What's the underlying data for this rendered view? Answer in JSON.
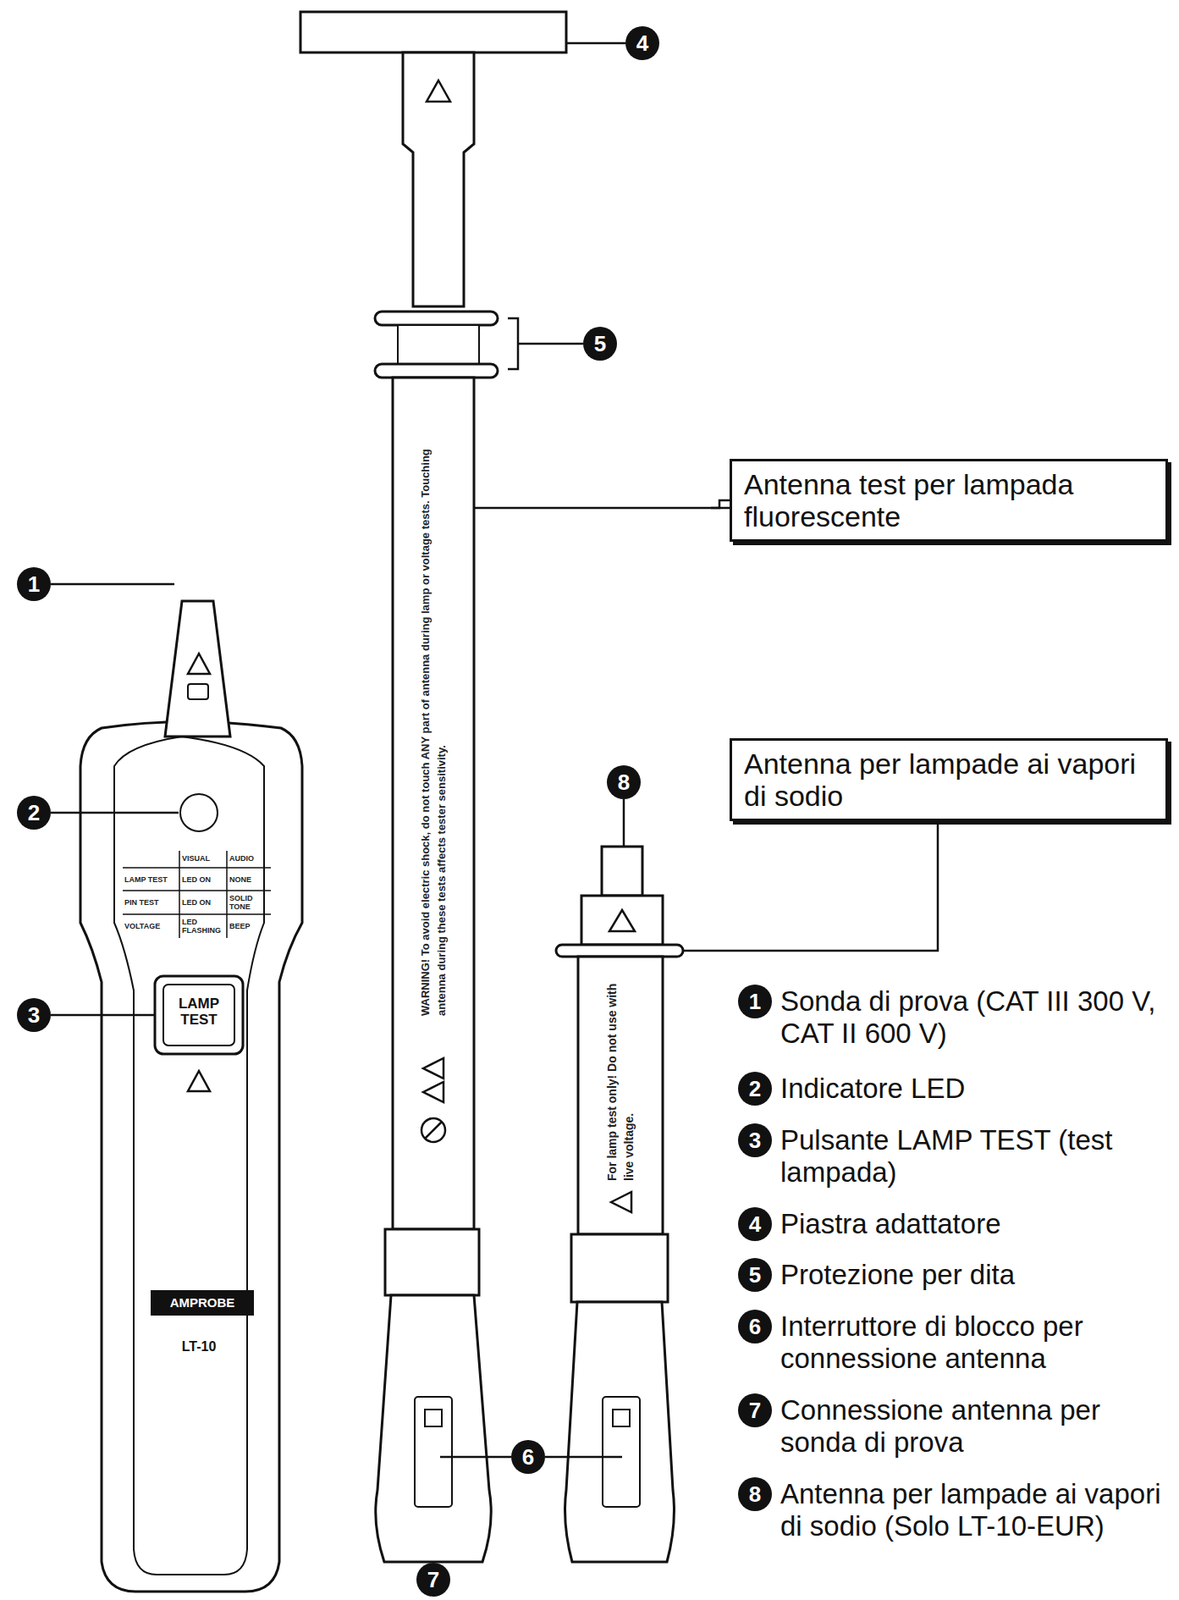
{
  "diagram": {
    "nodes": [
      {
        "text": [
          "Antenna test per lampada fluorescente"
        ]
      },
      {
        "text": [
          "Antenna per lampade ai vapori di sodio"
        ]
      }
    ],
    "labels": [
      "4",
      "5",
      "1",
      "2",
      "8",
      "3",
      "6",
      "7",
      "VISUAL",
      "AUDIO",
      "LAMP TEST",
      "LED ON",
      "NONE",
      "PIN TEST",
      "LED ON",
      "SOLID TONE",
      "VOLTAGE",
      "LED FLASHING",
      "BEEP",
      "LAMP TEST",
      "AMPROBE",
      "LT-10",
      "WARNING! To avoid electric shock, do not touch ANY part of antenna during lamp or voltage tests. Touching antenna during these tests affects tester sensitivity.",
      "For lamp test only! Do not use with live voltage.",
      "1",
      "Sonda di prova (CAT III 300 V, CAT II 600 V)",
      "2",
      "Indicatore LED",
      "3",
      "Pulsante LAMP TEST (test lampada)",
      "4",
      "Piastra adattatore",
      "5",
      "Protezione per dita",
      "6",
      "Interruttore di blocco per connessione antenna",
      "7",
      "Connessione antenna per sonda di prova",
      "8",
      "Antenna per lampade ai vapori di sodio (Solo LT-10-EUR)"
    ]
  }
}
